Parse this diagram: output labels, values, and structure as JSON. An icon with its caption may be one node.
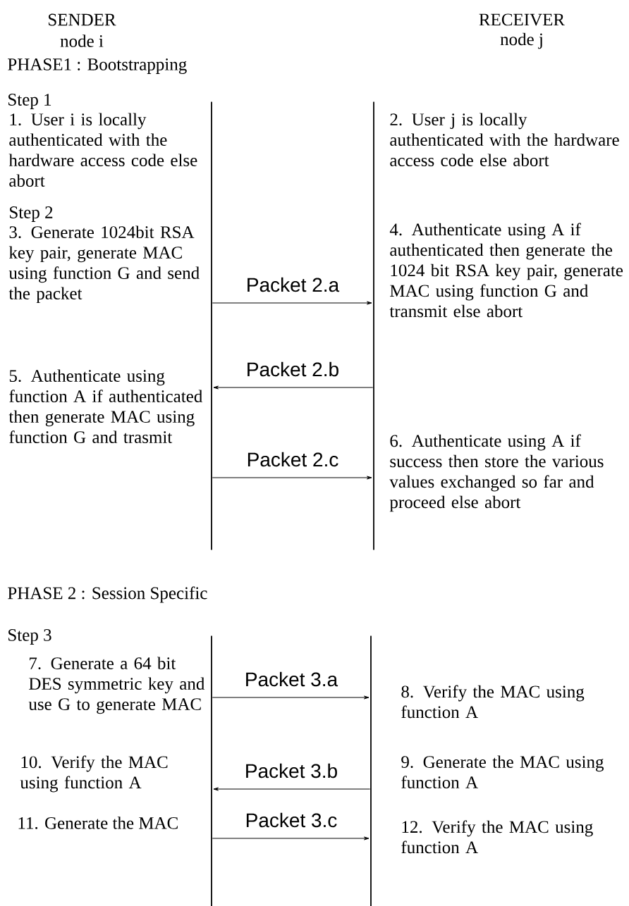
{
  "diagram": {
    "nodes": [
      {
        "text": [],
        "shape": "bar"
      },
      {
        "text": [],
        "shape": "bar"
      },
      {
        "text": [],
        "shape": "bar"
      },
      {
        "text": [],
        "shape": "bar"
      }
    ],
    "edges": [
      {
        "from": 0,
        "to": 1,
        "arrow": "to",
        "label": "Packet 2.a"
      },
      {
        "from": 1,
        "to": 0,
        "arrow": "to",
        "label": "Packet 2.b"
      },
      {
        "from": 0,
        "to": 1,
        "arrow": "to",
        "label": "Packet 2.c"
      },
      {
        "from": 2,
        "to": 3,
        "arrow": "to",
        "label": "Packet 3.a"
      },
      {
        "from": 3,
        "to": 2,
        "arrow": "to",
        "label": "Packet 3.b"
      },
      {
        "from": 2,
        "to": 3,
        "arrow": "to",
        "label": "Packet 3.c"
      }
    ],
    "labels": [
      "SENDER",
      "node i",
      "RECEIVER",
      "node j",
      "PHASE1 : Bootstrapping",
      "Step 1",
      "1. User i is locally authenticated with the hardware access code else abort",
      "2. User j is locally authenticated with the hardware access code else abort",
      "Step 2",
      "3. Generate 1024bit RSA key pair, generate MAC using function G and send the packet",
      "4. Authenticate using A if authenticated then generate the 1024 bit RSA key pair, generate MAC using function G and transmit else abort",
      "5. Authenticate using function A if authenticated then generate MAC using function G and trasmit",
      "6. Authenticate using A if success then store the various values exchanged so far and proceed else abort",
      "PHASE 2 : Session Specific",
      "Step 3",
      "7. Generate a 64 bit DES symmetric key and use G to generate MAC",
      "8. Verify the MAC using function A",
      "10. Verify the MAC using function A",
      "9. Generate the MAC using function A",
      "11. Generate the MAC",
      "12. Verify the MAC using function A"
    ]
  }
}
